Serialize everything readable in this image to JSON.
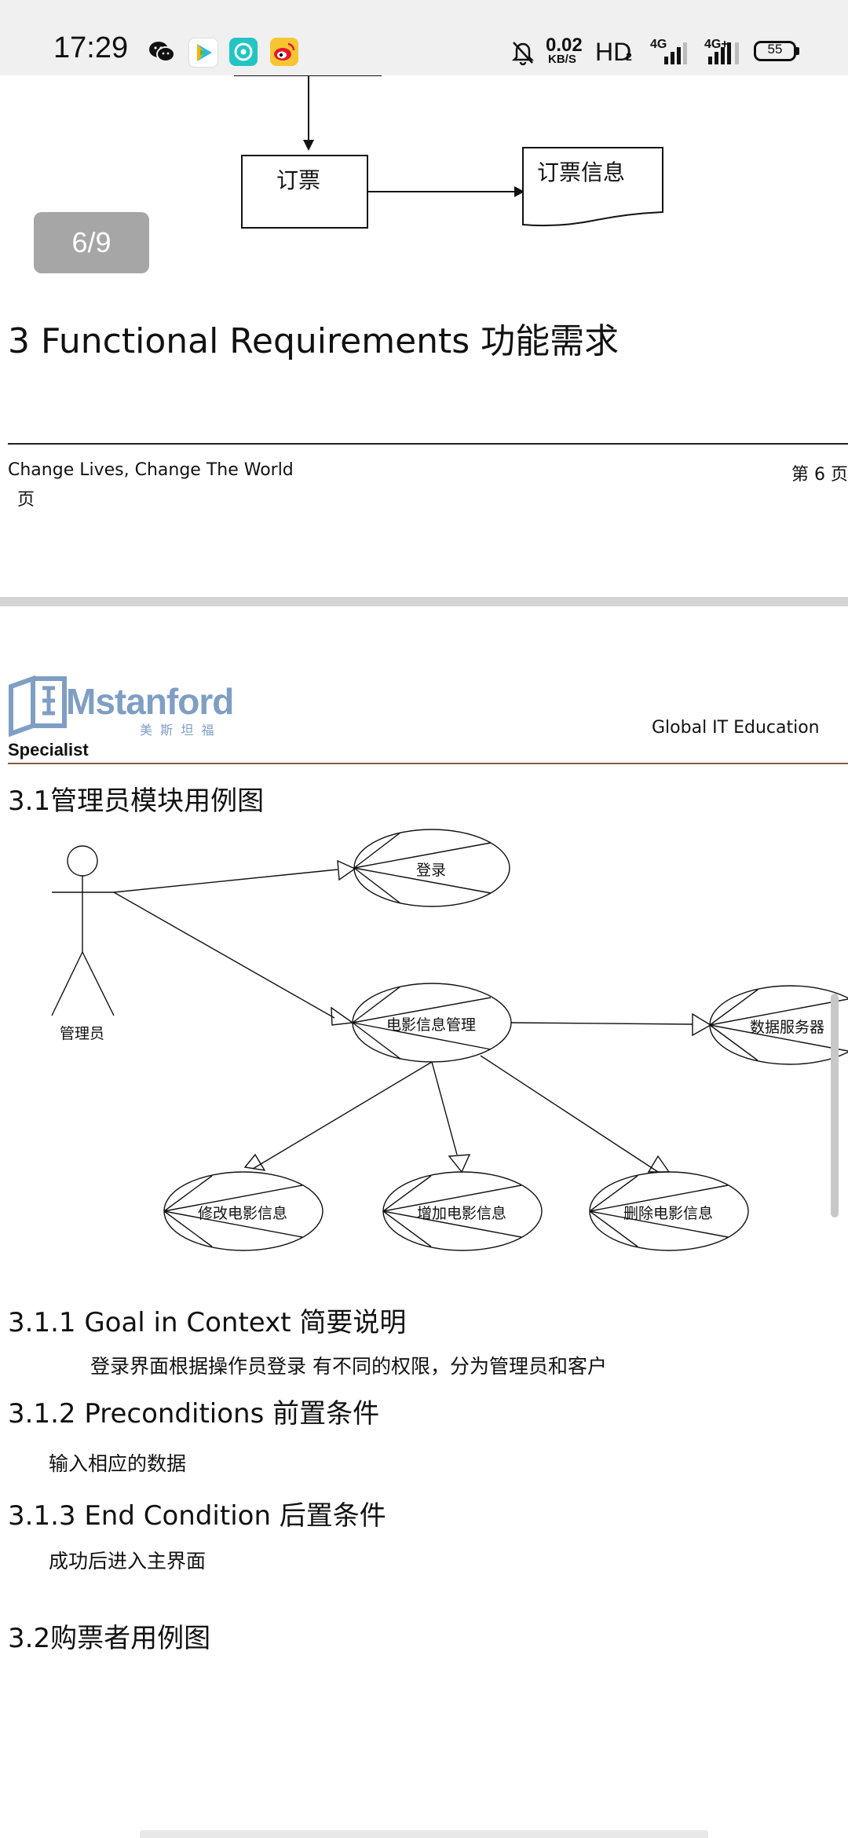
{
  "status_bar": {
    "time": "17:29",
    "net_speed_value": "0.02",
    "net_speed_unit": "KB/S",
    "hd_label": "HD",
    "hd_sub": "2",
    "sim1_label": "4G",
    "sim2_label": "4G+",
    "battery_level": "55",
    "app_icons": [
      "wechat-icon",
      "video-player-icon",
      "music-icon",
      "weibo-icon"
    ],
    "silent_icon": "bell-muted-icon"
  },
  "page_indicator": {
    "text": "6/9"
  },
  "document": {
    "top_flow": {
      "box_label": "订票",
      "doc_label": "订票信息"
    },
    "section3_title": "3  Functional  Requirements  功能需求",
    "footer": {
      "left": "Change  Lives,  Change  The  World",
      "left_wrap": "页",
      "right": "第 6 页"
    },
    "header": {
      "logo_text": "Mstanford",
      "logo_sub": "美  斯  坦  福",
      "logo_tagline": "Specialist",
      "right": "Global  IT  Education"
    },
    "section31_title": "3.1管理员模块用例图",
    "diagram": {
      "actor_label": "管理员",
      "uc_login": "登录",
      "uc_movie_mgmt": "电影信息管理",
      "uc_data_server": "数据服务器",
      "uc_edit": "修改电影信息",
      "uc_add": "增加电影信息",
      "uc_delete": "删除电影信息"
    },
    "s311_title": "3.1.1  Goal  in  Context  简要说明",
    "s311_body": "登录界面根据操作员登录  有不同的权限，分为管理员和客户",
    "s312_title": "3.1.2  Preconditions  前置条件",
    "s312_body": "输入相应的数据",
    "s313_title": "3.1.3  End  Condition  后置条件",
    "s313_body": "成功后进入主界面",
    "section32_title": "3.2购票者用例图"
  },
  "colors": {
    "status_bg": "#f0f0f0",
    "page_counter_bg": "#a6a6a6",
    "logo_blue": "#7f9ec4",
    "header_rule": "#8b5a4a",
    "page_gap": "#d4d4d4"
  }
}
